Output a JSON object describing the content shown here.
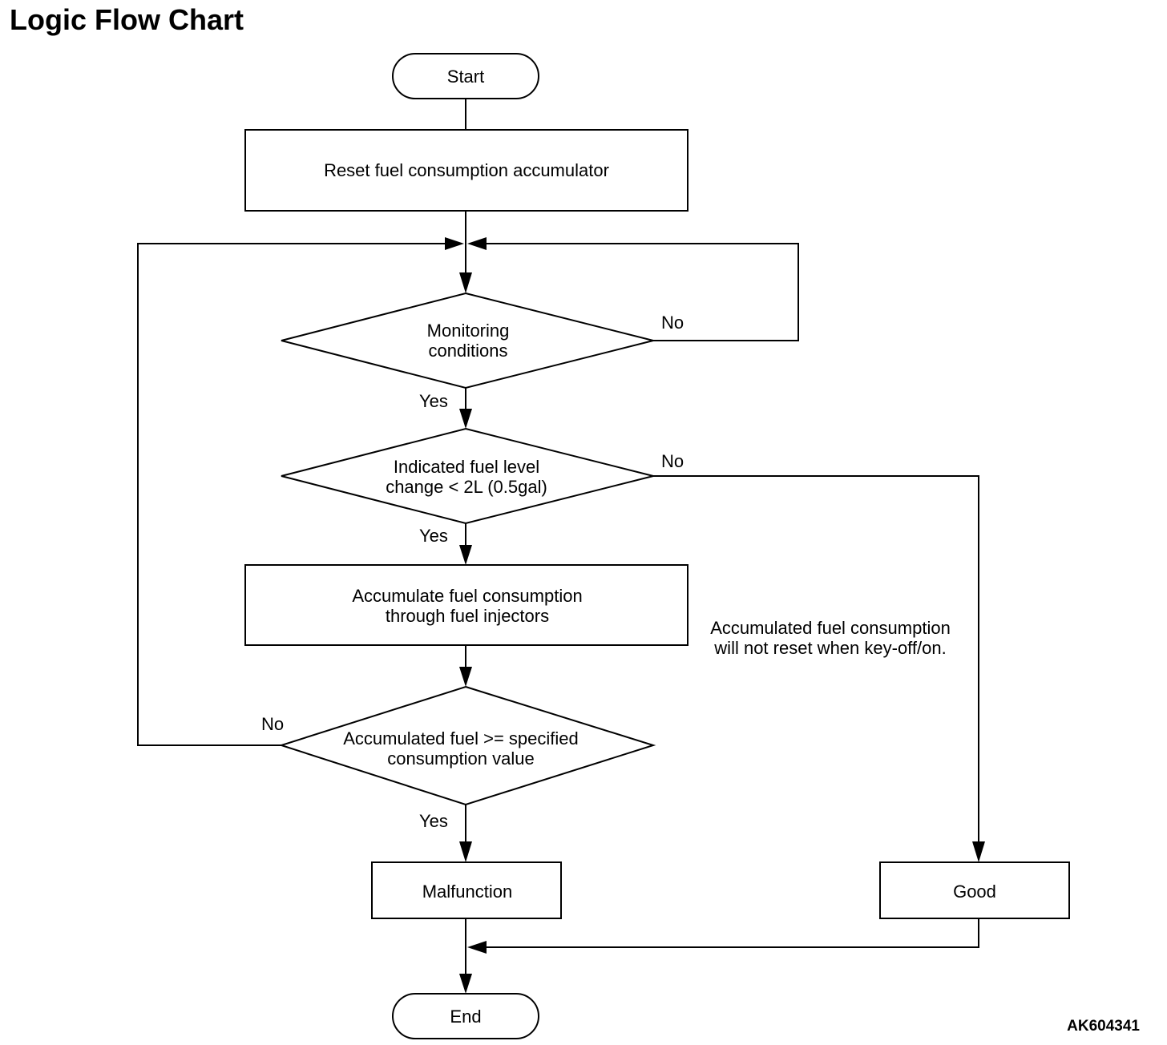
{
  "page_title": "Logic Flow Chart",
  "figure_id": "AK604341",
  "nodes": {
    "start": "Start",
    "reset": "Reset fuel consumption accumulator",
    "monitoring": [
      "Monitoring",
      "conditions"
    ],
    "fuel_level": [
      "Indicated fuel level",
      "change < 2L (0.5gal)"
    ],
    "accumulate": [
      "Accumulate fuel consumption",
      "through fuel injectors"
    ],
    "accumulated_check": [
      "Accumulated fuel >= specified",
      "consumption value"
    ],
    "malfunction": "Malfunction",
    "good": "Good",
    "end": "End"
  },
  "labels": {
    "monitoring_no": "No",
    "monitoring_yes": "Yes",
    "fuel_level_no": "No",
    "fuel_level_yes": "Yes",
    "accumulated_no": "No",
    "accumulated_yes": "Yes"
  },
  "note": [
    "Accumulated fuel consumption",
    "will not reset when key-off/on."
  ]
}
